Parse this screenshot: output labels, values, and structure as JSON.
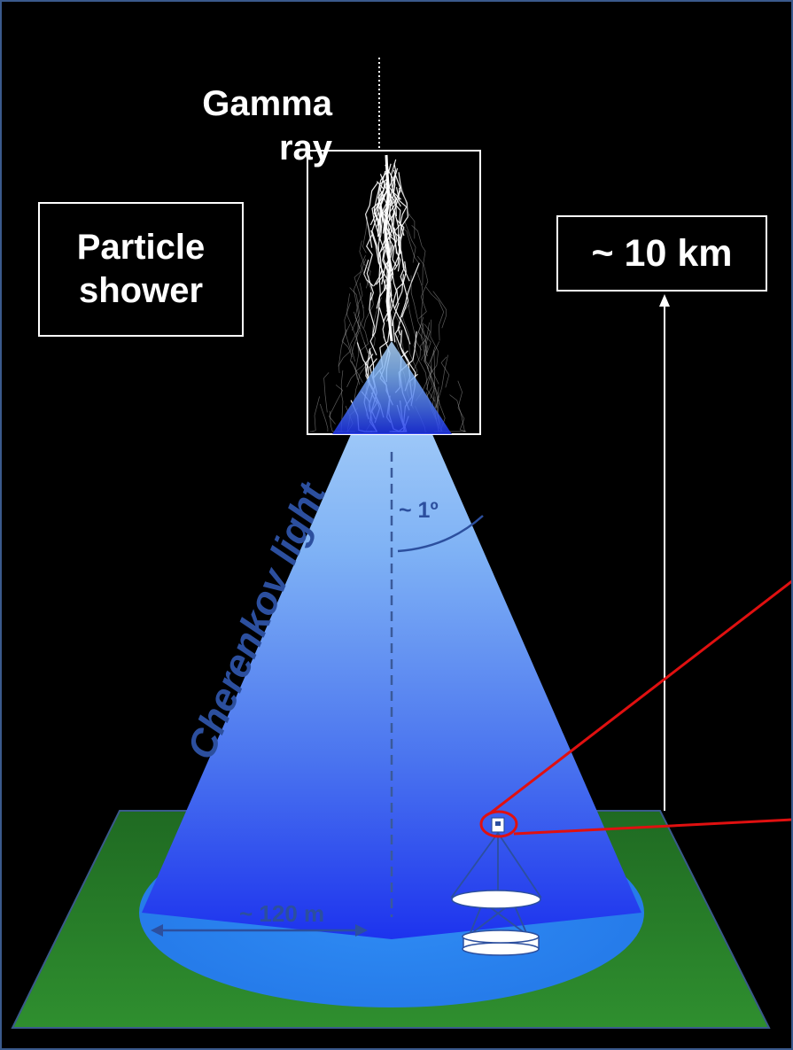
{
  "labels": {
    "gamma_ray": "Gamma\nray",
    "particle_shower": "Particle\nshower",
    "height": "~ 10 km",
    "cherenkov": "Cherenkov light",
    "angle": "~ 1º",
    "radius": "~ 120 m"
  },
  "colors": {
    "background": "#000000",
    "ground": "#2a8a2a",
    "pool": "#2a86f0",
    "cone_top": "#a6cdf8",
    "cone_bottom": "#1f3ff0",
    "cherenkov_text": "#2c4f9e",
    "highlight": "#e01010"
  }
}
